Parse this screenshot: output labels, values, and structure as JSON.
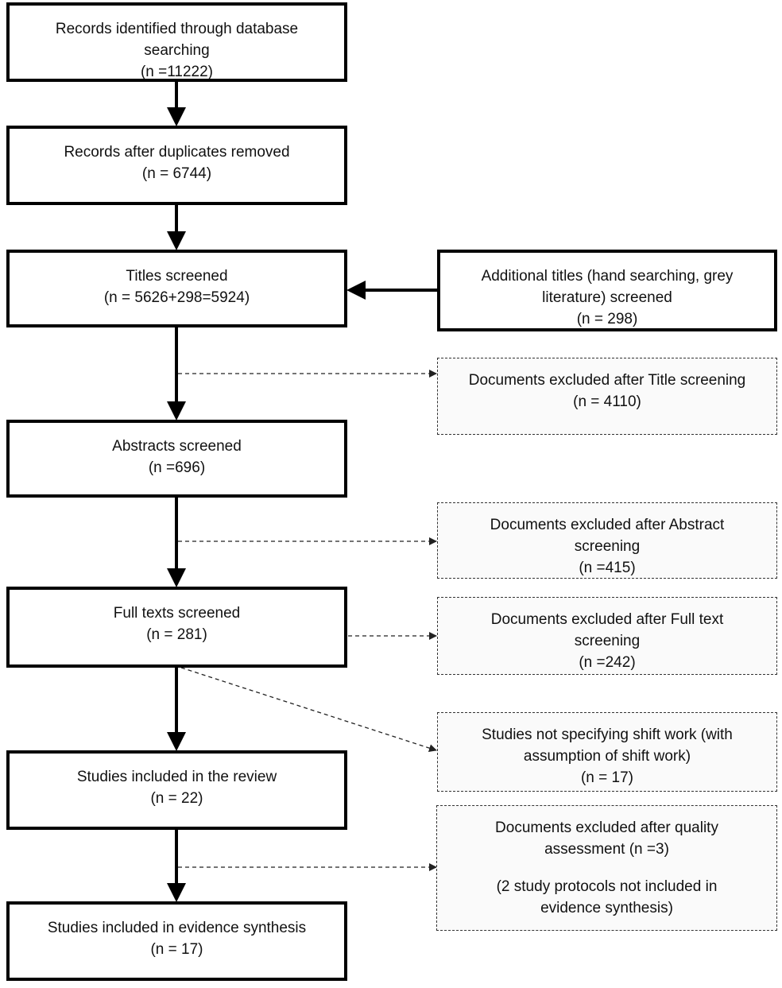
{
  "flow": {
    "box_identified": {
      "line1": "Records identified through database",
      "line2": "searching",
      "count": "(n =11222)"
    },
    "box_dedup": {
      "line1": "Records after duplicates removed",
      "count": "(n = 6744)"
    },
    "box_titles": {
      "line1": "Titles screened",
      "count": "(n = 5626+298=5924)"
    },
    "box_additional": {
      "line1": "Additional titles (hand searching, grey",
      "line2": "literature) screened",
      "count": "(n = 298)"
    },
    "box_excl_title": {
      "line1": "Documents excluded after Title screening",
      "count": "(n = 4110)"
    },
    "box_abstracts": {
      "line1": "Abstracts screened",
      "count": "(n =696)"
    },
    "box_excl_abstract": {
      "line1": "Documents excluded after Abstract",
      "line2": "screening",
      "count": "(n =415)"
    },
    "box_fulltext": {
      "line1": "Full texts screened",
      "count": "(n = 281)"
    },
    "box_excl_fulltext": {
      "line1": "Documents excluded after Full text",
      "line2": "screening",
      "count": "(n =242)"
    },
    "box_not_specifying": {
      "line1": "Studies not specifying shift work (with",
      "line2": "assumption of shift work)",
      "count": "(n = 17)"
    },
    "box_review": {
      "line1": "Studies included in the review",
      "count": "(n = 22)"
    },
    "box_excl_quality": {
      "line1": "Documents excluded after quality",
      "line2": "assessment (n =3)",
      "note1": "(2 study protocols not included in",
      "note2": "evidence synthesis)"
    },
    "box_synthesis": {
      "line1": "Studies included in evidence synthesis",
      "count": "(n = 17)"
    }
  }
}
